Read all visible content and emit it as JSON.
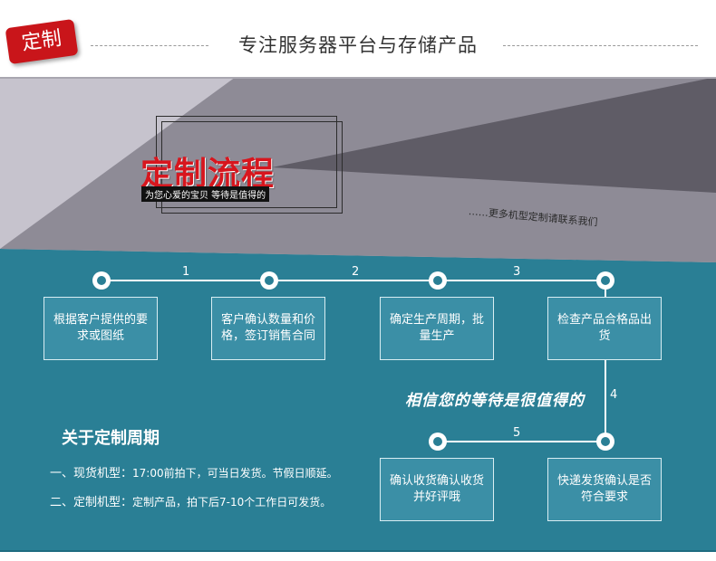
{
  "header": {
    "badge": "定制",
    "title": "专注服务器平台与存储产品"
  },
  "banner": {
    "title": "定制流程",
    "subtitle": "为您心爱的宝贝 等待是值得的",
    "more_note": "……更多机型定制请联系我们"
  },
  "steps": {
    "labels": [
      "1",
      "2",
      "3",
      "4",
      "5"
    ],
    "boxes": [
      "根据客户提供的要求或图纸",
      "客户确认数量和价格，签订销售合同",
      "确定生产周期，批量生产",
      "检查产品合格品出货",
      "快递发货确认是否符合要求",
      "确认收货确认收货并好评哦"
    ],
    "believe": "相信您的等待是很值得的"
  },
  "about": {
    "title": "关于定制周期",
    "item1_label": "一、现货机型：",
    "item1_text": "17:00前拍下，可当日发货。节假日顺延。",
    "item2_label": "二、定制机型：",
    "item2_text": "定制产品，拍下后7-10个工作日可发货。"
  },
  "colors": {
    "accent_red": "#d7161e",
    "teal": "#2a7f95",
    "box_fill": "#3b8fa6"
  }
}
